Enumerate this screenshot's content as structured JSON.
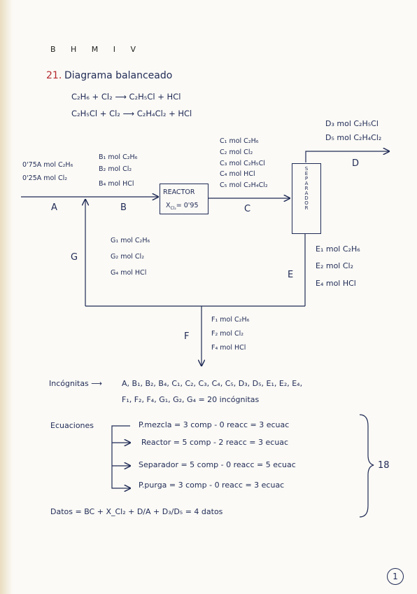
{
  "header": "B H M I V",
  "problem": {
    "number": "21.",
    "title": "Diagrama balanceado",
    "reactions": [
      "C₂H₆ + Cl₂ ⟶ C₂H₅Cl + HCl",
      "C₂H₅Cl + Cl₂ ⟶ C₂H₄Cl₂ + HCl"
    ]
  },
  "diagram": {
    "reactor": {
      "line1": "REACTOR",
      "line2": "X",
      "line2_sub": "Cl₂",
      "line2_rest": "= 0'95"
    },
    "separator": "SEPARADOR",
    "stream_labels": {
      "A": "A",
      "B": "B",
      "C": "C",
      "D": "D",
      "E": "E",
      "F": "F",
      "G": "G"
    },
    "A_comp": [
      "0'75A mol C₂H₆",
      "0'25A mol Cl₂"
    ],
    "B_comp": [
      "B₁ mol C₂H₆",
      "B₂ mol Cl₂",
      "B₄ mol HCl"
    ],
    "C_comp": [
      "C₁ mol C₂H₆",
      "C₂ mol Cl₂",
      "C₃ mol C₂H₅Cl",
      "C₄ mol HCl",
      "C₅ mol C₂H₄Cl₂"
    ],
    "D_comp": [
      "D₃ mol C₂H₅Cl",
      "D₅ mol C₂H₄Cl₂"
    ],
    "E_comp": [
      "E₁ mol C₂H₆",
      "E₂ mol Cl₂",
      "E₄ mol HCl"
    ],
    "F_comp": [
      "F₁ mol C₂H₆",
      "F₂ mol Cl₂",
      "F₄ mol HCl"
    ],
    "G_comp": [
      "G₁ mol C₂H₆",
      "G₂ mol Cl₂",
      "G₄ mol HCl"
    ]
  },
  "unknowns": {
    "label": "Incógnitas ⟶",
    "line1": "A, B₁, B₂, B₄, C₁, C₂, C₃, C₄, C₅, D₃, D₅, E₁, E₂, E₄,",
    "line2": "F₁, F₂, F₄, G₁, G₂, G₄ = 20 incógnitas"
  },
  "equations": {
    "label": "Ecuaciones",
    "rows": [
      "P.mezcla = 3 comp - 0 reacc = 3 ecuac",
      "Reactor = 5 comp - 2 reacc = 3 ecuac",
      "Separador = 5 comp - 0 reacc = 5 ecuac",
      "P.purga = 3 comp - 0 reacc = 3 ecuac"
    ],
    "total": "18"
  },
  "datos": "Datos = BC + X_Cl₂ + D/A + D₃/D₅ = 4 datos",
  "page_number": "1",
  "colors": {
    "ink": "#1f2a55",
    "accent": "#b42a2f",
    "paper": "#fbfaf6"
  }
}
